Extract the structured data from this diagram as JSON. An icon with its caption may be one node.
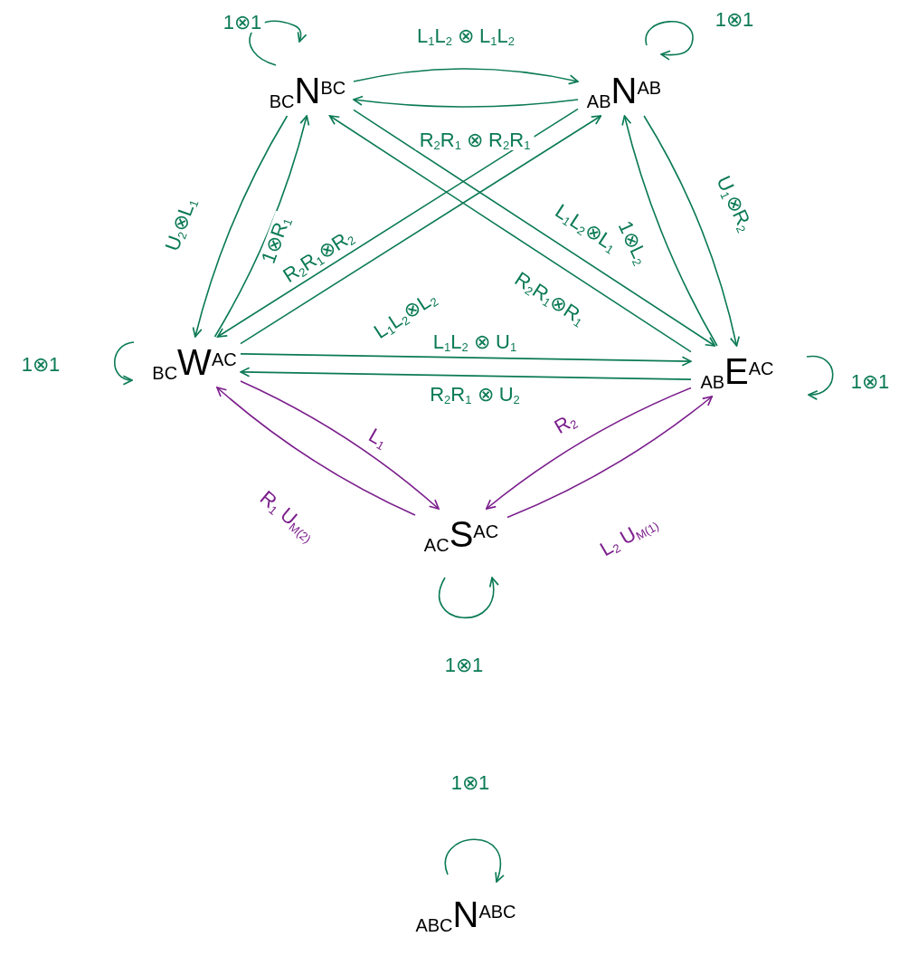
{
  "diagram": {
    "nodes": [
      {
        "text": [
          "$_{BC}$N$^{BC}$"
        ]
      },
      {
        "text": [
          "$_{AB}$N$^{AB}$"
        ]
      },
      {
        "text": [
          "$_{BC}$W$^{AC}$"
        ]
      },
      {
        "text": [
          "$_{AB}$E$^{AC}$"
        ]
      },
      {
        "text": [
          "$_{AC}$S$^{AC}$"
        ]
      },
      {
        "text": [
          "$_{ABC}$N$^{ABC}$"
        ]
      }
    ],
    "edges": [
      {
        "from": 0,
        "to": 0,
        "arrow": "to",
        "label": "1⊗1"
      },
      {
        "from": 1,
        "to": 1,
        "arrow": "to",
        "label": "1⊗1"
      },
      {
        "from": 2,
        "to": 2,
        "arrow": "to",
        "label": "1⊗1"
      },
      {
        "from": 3,
        "to": 3,
        "arrow": "to",
        "label": "1⊗1"
      },
      {
        "from": 4,
        "to": 4,
        "arrow": "to",
        "label": "1⊗1"
      },
      {
        "from": 5,
        "to": 5,
        "arrow": "to",
        "label": "1⊗1"
      },
      {
        "from": 0,
        "to": 1,
        "arrow": "to",
        "label": "L$_{1}$L$_{2}$ ⊗ L$_{1}$L$_{2}$"
      },
      {
        "from": 1,
        "to": 0,
        "arrow": "to",
        "label": "R$_{2}$R$_{1}$ ⊗ R$_{2}$R$_{1}$"
      },
      {
        "from": 0,
        "to": 2,
        "arrow": "to",
        "label": "U$_{2}$⊗L$_{1}$"
      },
      {
        "from": 2,
        "to": 0,
        "arrow": "to",
        "label": "1⊗R$_{1}$"
      },
      {
        "from": 1,
        "to": 3,
        "arrow": "to",
        "label": "U$_{1}$⊗R$_{2}$"
      },
      {
        "from": 3,
        "to": 1,
        "arrow": "to",
        "label": "1⊗L$_{2}$"
      },
      {
        "from": 1,
        "to": 2,
        "arrow": "to",
        "label": "R$_{2}$R$_{1}$⊗R$_{2}$"
      },
      {
        "from": 2,
        "to": 1,
        "arrow": "to",
        "label": "L$_{1}$L$_{2}$⊗L$_{2}$"
      },
      {
        "from": 0,
        "to": 3,
        "arrow": "to",
        "label": "L$_{1}$L$_{2}$⊗L$_{1}$"
      },
      {
        "from": 3,
        "to": 0,
        "arrow": "to",
        "label": "R$_{2}$R$_{1}$⊗R$_{1}$"
      },
      {
        "from": 2,
        "to": 3,
        "arrow": "to",
        "label": "L$_{1}$L$_{2}$ ⊗ U$_{1}$"
      },
      {
        "from": 3,
        "to": 2,
        "arrow": "to",
        "label": "R$_{2}$R$_{1}$ ⊗ U$_{2}$"
      },
      {
        "from": 2,
        "to": 4,
        "arrow": "to",
        "label": "L$_{1}$",
        "color": "#7b1f8c"
      },
      {
        "from": 4,
        "to": 2,
        "arrow": "to",
        "label": "R$_{1}$ U$_{M(2)}$",
        "color": "#7b1f8c"
      },
      {
        "from": 3,
        "to": 4,
        "arrow": "to",
        "label": "R$_{2}$",
        "color": "#7b1f8c"
      },
      {
        "from": 4,
        "to": 3,
        "arrow": "to",
        "label": "L$_{2}$ U$_{M(1)}$",
        "color": "#7b1f8c"
      }
    ]
  }
}
